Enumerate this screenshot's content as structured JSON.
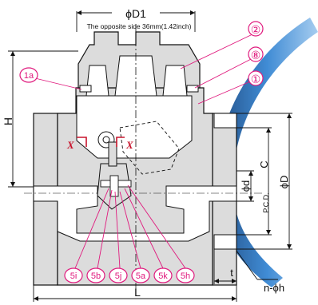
{
  "dimensions": {
    "d1": "ϕD1",
    "note": "The opposite side 36mm(1.42inch)",
    "h": "H",
    "l": "L",
    "d_small": "ϕd",
    "pcd": "P.C.D.",
    "c": "C",
    "d_big": "ϕD",
    "t": "t",
    "holes": "n-ϕh"
  },
  "section": {
    "x_left": "X",
    "x_right": "X"
  },
  "balloons": {
    "b2": "②",
    "b8": "⑧",
    "b1": "①",
    "b1a": "1a",
    "b5i": "5i",
    "b5b": "5b",
    "b5j": "5j",
    "b5a": "5a",
    "b5k": "5k",
    "b5h": "5h"
  },
  "colors": {
    "body_fill": "#dcdcdc",
    "line": "#111111",
    "balloon": "#e0197d",
    "section_mark": "#c8142c",
    "accent_blue": "#1e5fa8"
  }
}
